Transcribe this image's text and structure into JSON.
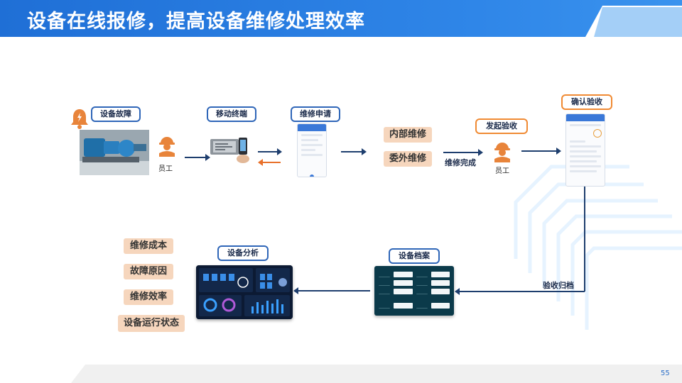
{
  "page": {
    "title": "设备在线报修，提高设备维修处理效率",
    "page_number": "55"
  },
  "labels": {
    "equipment_fault": "设备故障",
    "mobile_terminal": "移动终端",
    "repair_request": "维修申请",
    "start_acceptance": "发起验收",
    "confirm_acceptance": "确认验收",
    "equipment_archive": "设备档案",
    "equipment_analysis": "设备分析"
  },
  "repair_types": {
    "internal": "内部维修",
    "outsourced": "委外维修"
  },
  "text": {
    "worker1": "员工",
    "worker2": "员工",
    "repair_complete": "维修完成",
    "acceptance_archive": "验收归档"
  },
  "analysis_items": [
    "维修成本",
    "故障原因",
    "维修效率",
    "设备运行状态"
  ],
  "colors": {
    "header_blue": "#2f86e8",
    "label_border_blue": "#2f66b8",
    "label_border_orange": "#f08a33",
    "tan": "#f6d6bd",
    "worker_orange": "#e8843a",
    "arrow": "#1e3e6e"
  },
  "icons": {
    "bell": "bell-alert-icon",
    "worker": "worker-helmet-icon"
  }
}
